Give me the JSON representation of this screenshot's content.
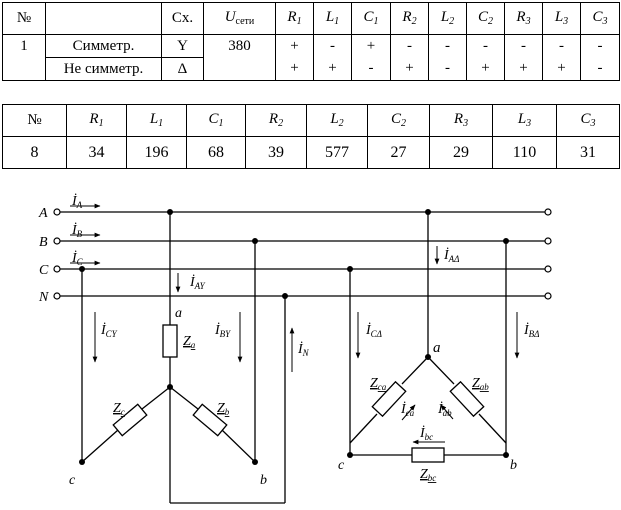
{
  "table1": {
    "headers": [
      "№",
      "",
      "Сх.",
      "U",
      "сети",
      "R",
      "1",
      "L",
      "1",
      "C",
      "1",
      "R",
      "2",
      "L",
      "2",
      "C",
      "2",
      "R",
      "3",
      "L",
      "3",
      "C",
      "3"
    ],
    "row1": {
      "num": "1",
      "mode": "Симметр.",
      "scheme": "Y",
      "voltage": "380",
      "values": [
        "+",
        "-",
        "+",
        "-",
        "-",
        "-",
        "-",
        "-",
        "-"
      ]
    },
    "row2": {
      "mode": "Не симметр.",
      "scheme": "Δ",
      "values": [
        "+",
        "+",
        "-",
        "+",
        "-",
        "+",
        "+",
        "+",
        "-"
      ]
    }
  },
  "table2": {
    "headers": [
      "№",
      "R",
      "1",
      "L",
      "1",
      "C",
      "1",
      "R",
      "2",
      "L",
      "2",
      "C",
      "2",
      "R",
      "3",
      "L",
      "3",
      "C",
      "3"
    ],
    "row": [
      "8",
      "34",
      "196",
      "68",
      "39",
      "577",
      "27",
      "29",
      "110",
      "31"
    ]
  },
  "circuit": {
    "lines": [
      "A",
      "B",
      "C",
      "N"
    ],
    "currents": {
      "ia": "İ",
      "ia_sub": "A",
      "ib": "İ",
      "ib_sub": "B",
      "ic": "İ",
      "ic_sub": "C",
      "iay": "İ",
      "iay_sub": "AY",
      "iby": "İ",
      "iby_sub": "BY",
      "icy": "İ",
      "icy_sub": "CY",
      "in": "İ",
      "in_sub": "N",
      "iad": "İ",
      "iad_sub": "AΔ",
      "ibd": "İ",
      "ibd_sub": "BΔ",
      "icd": "İ",
      "icd_sub": "CΔ",
      "iab": "İ",
      "iab_sub": "ab",
      "ibc": "İ",
      "ibc_sub": "bc",
      "ica": "İ",
      "ica_sub": "ca"
    },
    "impedances": {
      "za": "Z",
      "za_sub": "a",
      "zb": "Z",
      "zb_sub": "b",
      "zc": "Z",
      "zc_sub": "c",
      "zab": "Z",
      "zab_sub": "ab",
      "zbc": "Z",
      "zbc_sub": "bc",
      "zca": "Z",
      "zca_sub": "ca"
    },
    "nodes": {
      "a_y": "a",
      "b_y": "b",
      "c_y": "c",
      "a_d": "a",
      "b_d": "b",
      "c_d": "c"
    }
  }
}
